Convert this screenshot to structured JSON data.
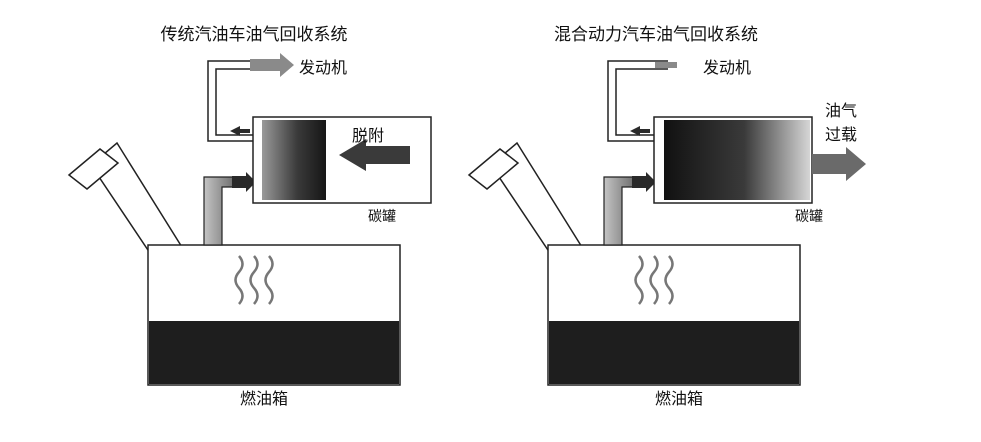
{
  "left": {
    "title": "传统汽油车油气回收系统",
    "engine_label": "发动机",
    "desorb_label": "脱附",
    "canister_label": "碳罐",
    "tank_label": "燃油箱"
  },
  "right": {
    "title": "混合动力汽车油气回收系统",
    "engine_label": "发动机",
    "overload_label_1": "油气",
    "overload_label_2": "过载",
    "canister_label": "碳罐",
    "tank_label": "燃油箱"
  },
  "colors": {
    "line": "#222222",
    "tank_fuel": "#1e1e1e",
    "arrow_gray": "#8a8a8a",
    "arrow_dark": "#2a2a2a"
  }
}
